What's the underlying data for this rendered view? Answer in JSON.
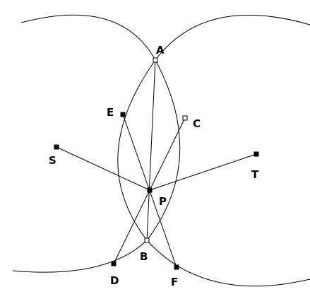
{
  "diagram": {
    "line_color": "#000000",
    "background_color": "#ffffff",
    "labels": {
      "A": "A",
      "B": "B",
      "C": "C",
      "D": "D",
      "E": "E",
      "F": "F",
      "P": "P",
      "S": "S",
      "T": "T"
    }
  }
}
